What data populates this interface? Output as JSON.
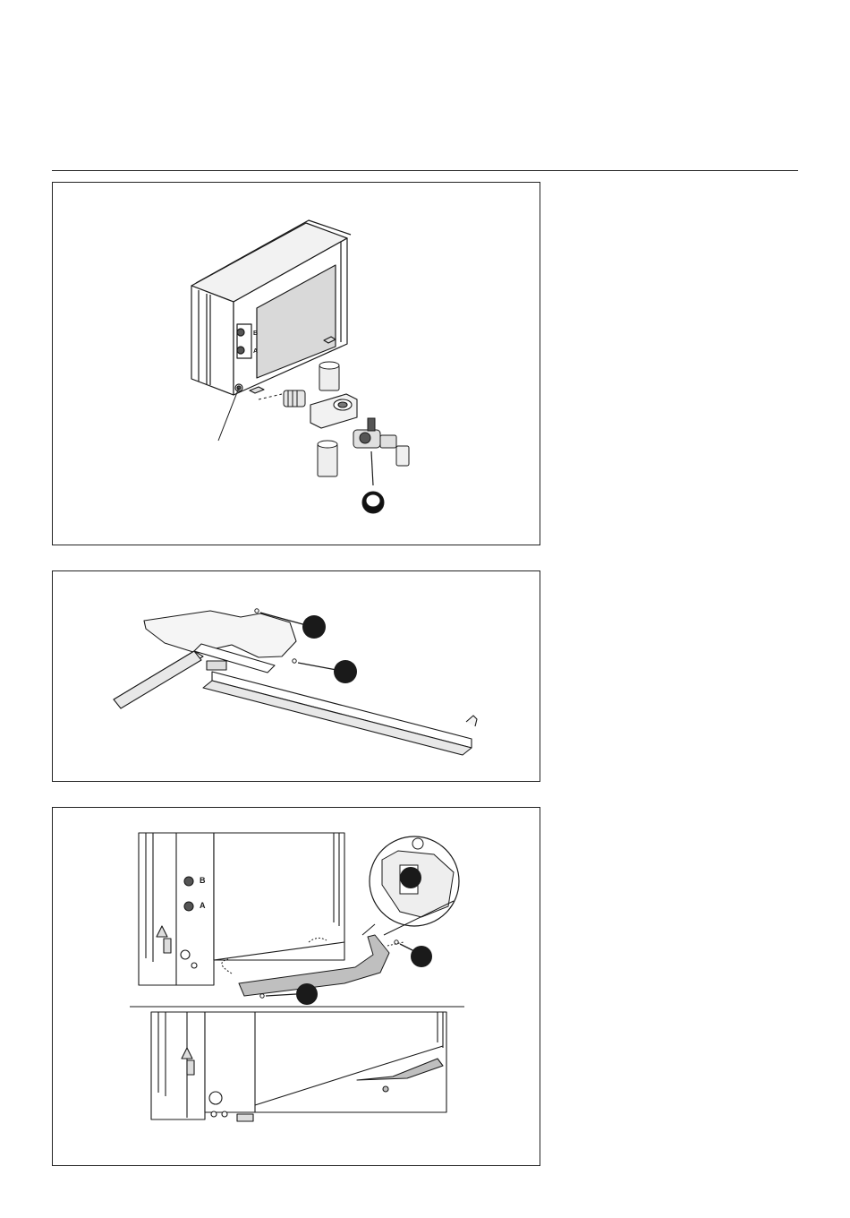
{
  "page": {
    "header_rule": true
  },
  "figures": [
    {
      "id": "fig1",
      "subject": "outdoor-unit-with-drain-valve-assembly",
      "labels": {
        "a": "A",
        "b": "B"
      }
    },
    {
      "id": "fig2",
      "subject": "bottom-frame-with-screws",
      "callouts": 2
    },
    {
      "id": "fig3",
      "subject": "unit-base-bracket-mounting",
      "labels": {
        "a": "A",
        "b": "B"
      },
      "callouts": 3
    }
  ],
  "colors": {
    "line": "#1a1a1a",
    "panel_fill": "#d9d9d9",
    "light_fill": "#eeeeee",
    "callout": "#1a1a1a"
  }
}
